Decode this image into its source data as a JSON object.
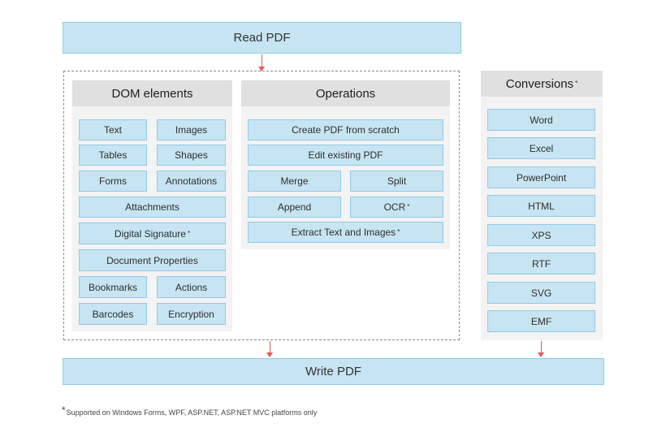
{
  "read_pdf": "Read PDF",
  "write_pdf": "Write PDF",
  "dom": {
    "title": "DOM elements",
    "text": "Text",
    "images": "Images",
    "tables": "Tables",
    "shapes": "Shapes",
    "forms": "Forms",
    "annotations": "Annotations",
    "attachments": "Attachments",
    "digital_signature": "Digital Signature",
    "document_properties": "Document Properties",
    "bookmarks": "Bookmarks",
    "actions": "Actions",
    "barcodes": "Barcodes",
    "encryption": "Encryption"
  },
  "operations": {
    "title": "Operations",
    "create_pdf": "Create PDF from scratch",
    "edit_pdf": "Edit existing PDF",
    "merge": "Merge",
    "split": "Split",
    "append": "Append",
    "ocr": "OCR",
    "extract": "Extract Text and Images"
  },
  "conversions": {
    "title": "Conversions",
    "items": [
      "Word",
      "Excel",
      "PowerPoint",
      "HTML",
      "XPS",
      "RTF",
      "SVG",
      "EMF"
    ]
  },
  "asterisk": "*",
  "footnote": "Supported on Windows Forms, WPF, ASP.NET, ASP.NET MVC platforms only",
  "colors": {
    "box_fill": "#c7e4f2",
    "box_border": "#8fcbe6",
    "panel": "#f3f3f3",
    "panel_header": "#e0e0e0",
    "arrow": "#e6585b"
  }
}
